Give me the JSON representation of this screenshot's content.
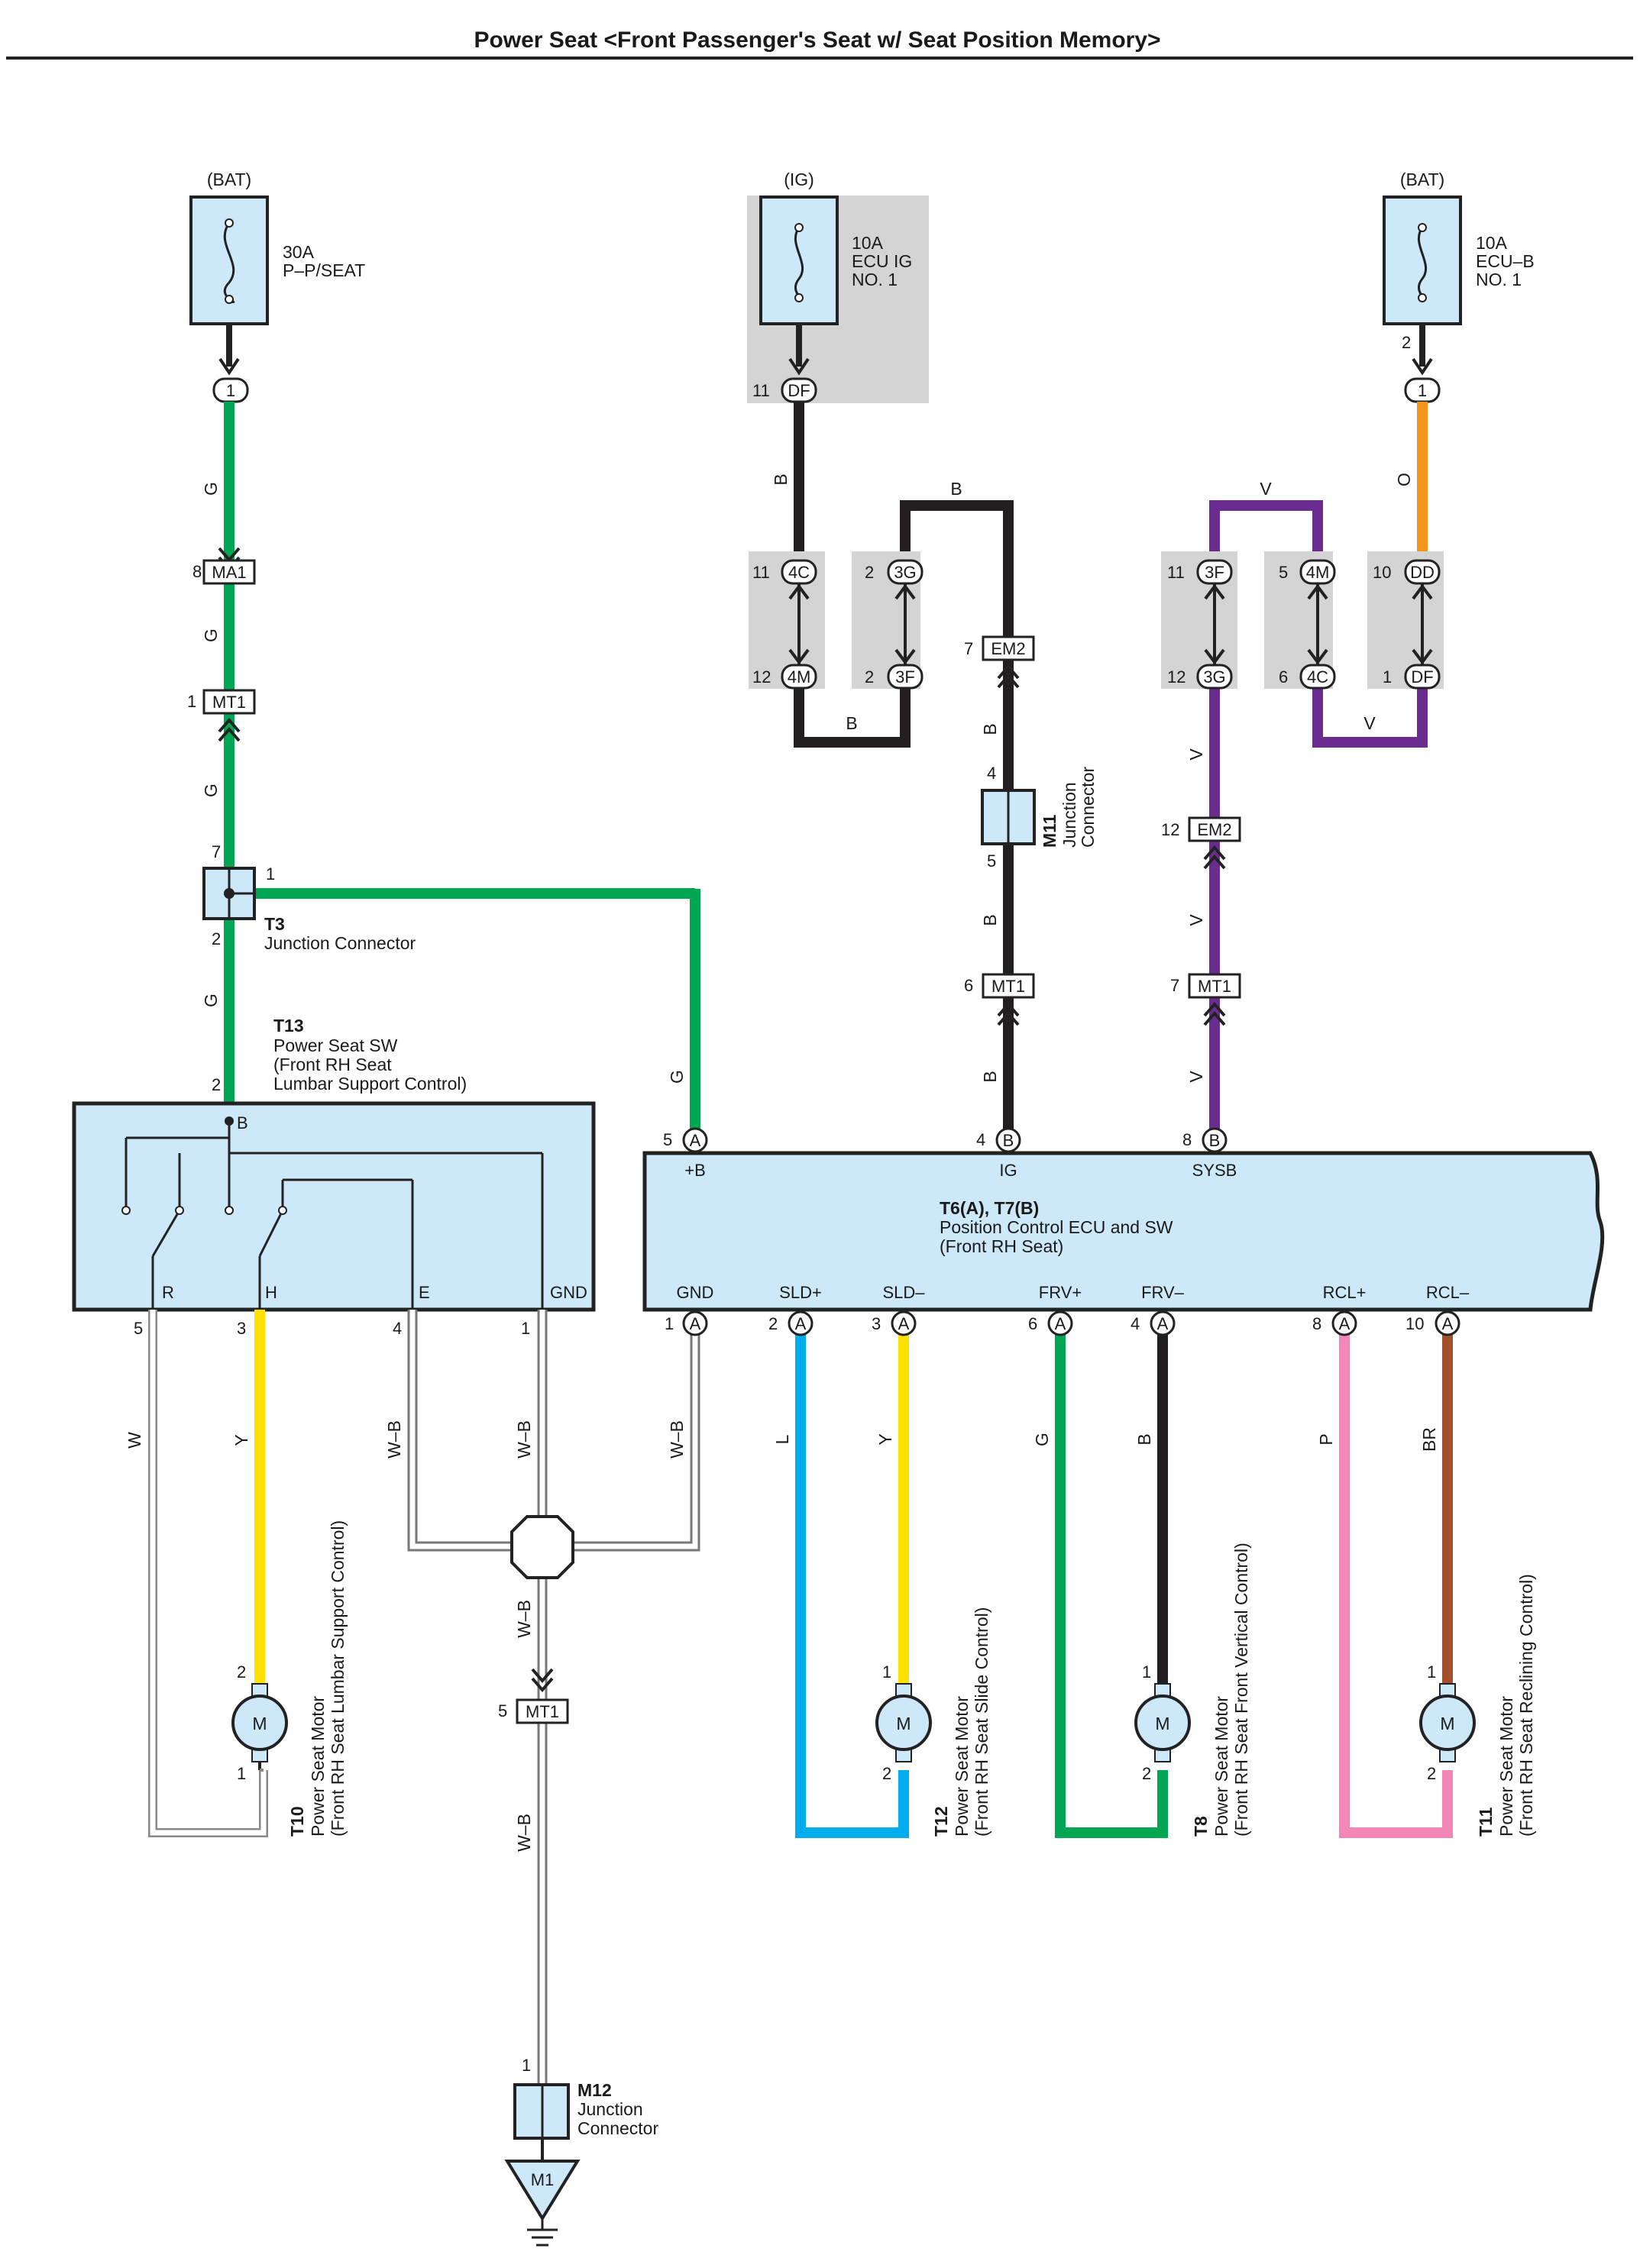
{
  "title": "Power Seat <Front Passenger's Seat w/ Seat Position Memory>",
  "sources": {
    "bat1": {
      "label": "(BAT)",
      "amp": "30A",
      "name": "P–P/SEAT"
    },
    "ig": {
      "label": "(IG)",
      "amp": "10A",
      "name1": "ECU IG",
      "name2": "NO. 1"
    },
    "bat2": {
      "label": "(BAT)",
      "amp": "10A",
      "name1": "ECU–B",
      "name2": "NO. 1"
    }
  },
  "wire_colors": {
    "G": "#00a651",
    "B": "#231f20",
    "V": "#6a2c91",
    "O": "#f7941d",
    "Y": "#ffe000",
    "L": "#00aeef",
    "P": "#f287b7",
    "BR": "#a0522d",
    "W": "#ffffff",
    "W-B": "#ffffff"
  },
  "wire_letters": {
    "g": "G",
    "b": "B",
    "v": "V",
    "o": "O",
    "y": "Y",
    "l": "L",
    "p": "P",
    "br": "BR",
    "w": "W",
    "wb": "W–B"
  },
  "connectors": {
    "ma1": "MA1",
    "mt1": "MT1",
    "em2": "EM2",
    "df": "DF",
    "c4c": "4C",
    "c4m": "4M",
    "c3g": "3G",
    "c3f": "3F",
    "c3f2": "3F",
    "c3g2": "3G",
    "c4m2": "4M",
    "c4c2": "4C",
    "dd": "DD",
    "df2": "DF",
    "one": "1",
    "a": "A",
    "b": "B",
    "m1": "M1",
    "motor": "M"
  },
  "pins": {
    "p1": "1",
    "p2": "2",
    "p3": "3",
    "p4": "4",
    "p5": "5",
    "p6": "6",
    "p7": "7",
    "p8": "8",
    "p10": "10",
    "p11": "11",
    "p12": "12"
  },
  "t3": {
    "id": "T3",
    "name": "Junction Connector"
  },
  "t13": {
    "id": "T13",
    "line1": "Power Seat SW",
    "line2": "(Front RH Seat",
    "line3": " Lumbar Support Control)",
    "terms": {
      "b": "B",
      "r": "R",
      "h": "H",
      "e": "E",
      "gnd": "GND"
    }
  },
  "ecu": {
    "id": "T6(A), T7(B)",
    "name": "Position Control ECU and SW",
    "sub": "(Front RH Seat)",
    "top_terms": [
      "+B",
      "IG",
      "SYSB"
    ],
    "bottom_terms": [
      "GND",
      "SLD+",
      "SLD–",
      "FRV+",
      "FRV–",
      "RCL+",
      "RCL–"
    ]
  },
  "m11": {
    "id": "M11",
    "name1": "Junction",
    "name2": "Connector"
  },
  "m12": {
    "id": "M12",
    "name1": "Junction",
    "name2": "Connector"
  },
  "motors": {
    "t10": {
      "id": "T10",
      "name": "Power Seat Motor",
      "sub": "(Front RH Seat Lumbar Support Control)"
    },
    "t12": {
      "id": "T12",
      "name": "Power Seat Motor",
      "sub": "(Front RH Seat Slide Control)"
    },
    "t8": {
      "id": "T8",
      "name": "Power Seat Motor",
      "sub": "(Front RH Seat Front Vertical Control)"
    },
    "t11": {
      "id": "T11",
      "name": "Power Seat Motor",
      "sub": "(Front RH Seat Reclining Control)"
    }
  }
}
